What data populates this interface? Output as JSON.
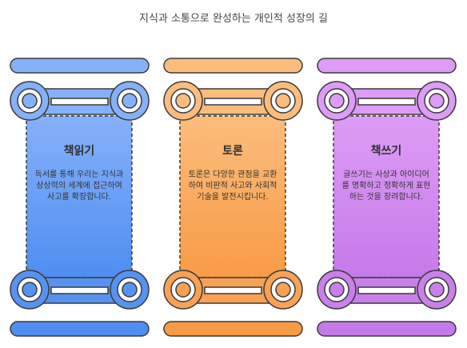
{
  "title": "지식과 소통으로 완성하는 개인적 성장의 길",
  "pillars": [
    {
      "heading": "책읽기",
      "description": "독서를 통해 우리는 지식과 상상력의 세계에 접근하여 사고를 확장합니다.",
      "colors": {
        "fill_top": "#86b1fa",
        "fill_bottom": "#4e8ef0",
        "stroke": "#3a3a3a"
      }
    },
    {
      "heading": "토론",
      "description": "토론은 다양한 관점을 교환하여 비판적 사고와 사회적 기술을 발전시킵니다.",
      "colors": {
        "fill_top": "#fbbd7d",
        "fill_bottom": "#f89b45",
        "stroke": "#3a3a3a"
      }
    },
    {
      "heading": "책쓰기",
      "description": "글쓰기는 사상과 아이디어를 명확하고 정확하게 표현하는 것을 장려합니다.",
      "colors": {
        "fill_top": "#dd9cf6",
        "fill_bottom": "#c57ae9",
        "stroke": "#3a3a3a"
      }
    }
  ]
}
